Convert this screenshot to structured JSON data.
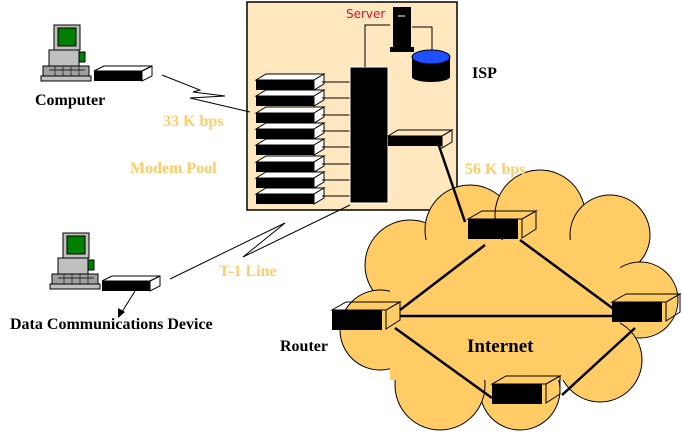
{
  "diagram": {
    "labels": {
      "computer": "Computer",
      "speed_33": "33 K bps",
      "modem_pool": "Modem Pool",
      "server": "Server",
      "isp": "ISP",
      "speed_56": "56 K bps",
      "t1_line": "T-1 Line",
      "data_comm_device": "Data Communications Device",
      "router": "Router",
      "internet": "Internet"
    },
    "modem_count": 8,
    "colors": {
      "isp_box": "#FFE8C0",
      "cloud": "#FFCC66",
      "label_gold": "#FFCC66",
      "server_label": "#E0102A",
      "disk_top": "#1E50FF",
      "screen": "#008000"
    }
  }
}
